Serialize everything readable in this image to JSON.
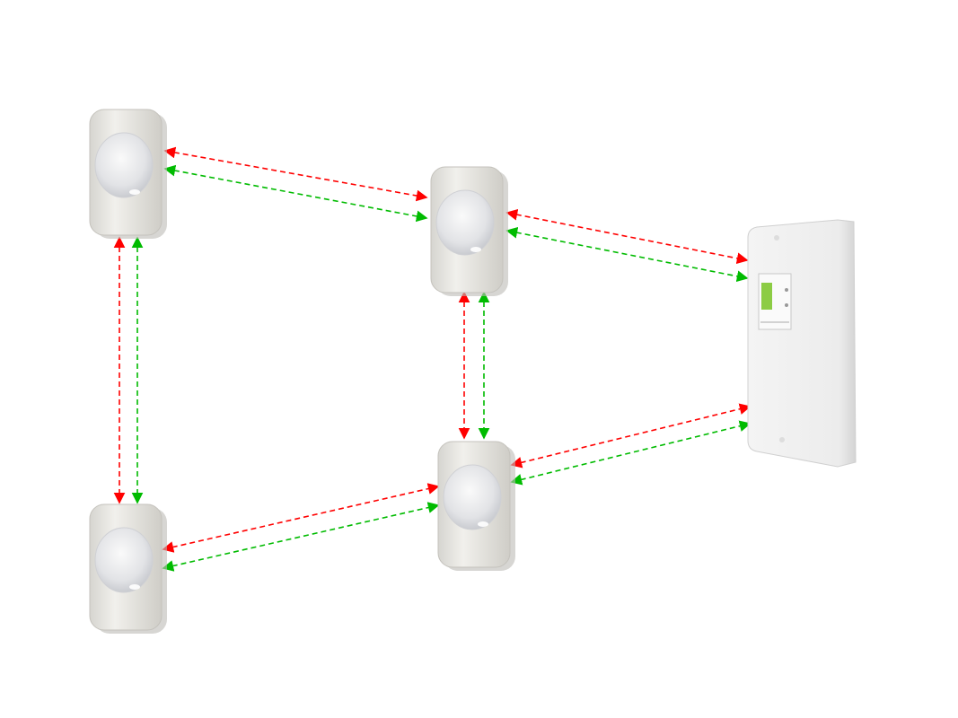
{
  "colors": {
    "link_a": "#ff0000",
    "link_b": "#00bb00",
    "device_body": "#e9e8e4",
    "panel_display": "#8ccc44"
  },
  "nodes": [
    {
      "type": "motion-sensor"
    },
    {
      "type": "motion-sensor"
    },
    {
      "type": "motion-sensor"
    },
    {
      "type": "motion-sensor"
    },
    {
      "type": "control-panel"
    }
  ]
}
